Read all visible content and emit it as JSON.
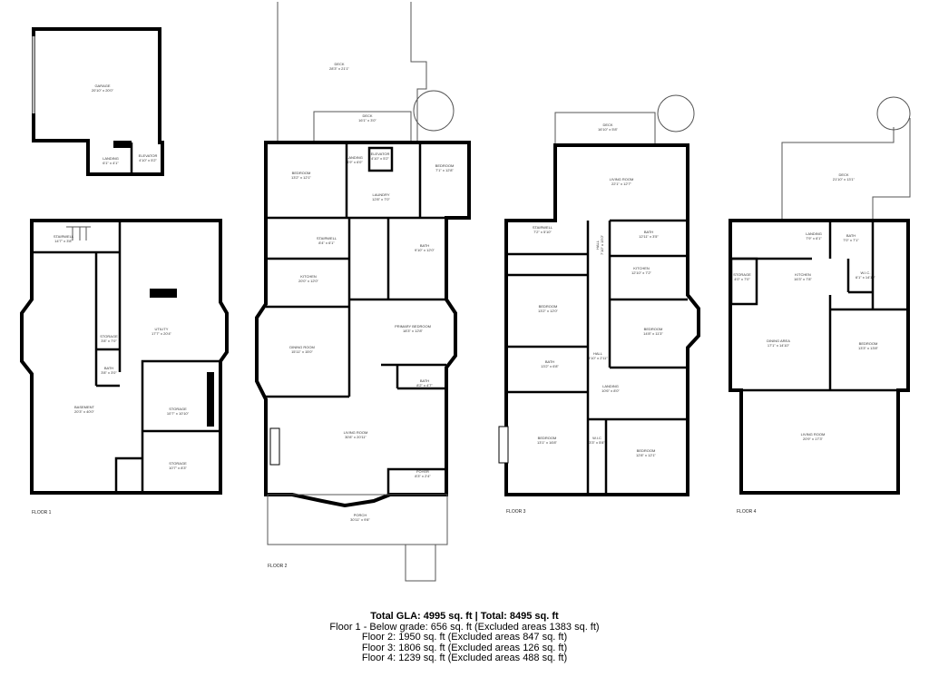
{
  "floors": [
    {
      "label": "FLOOR 1",
      "rooms": [
        {
          "name": "GARAGE",
          "dims": "20'10\" x 20'0\""
        },
        {
          "name": "LANDING",
          "dims": "6'1\" x 4'1\""
        },
        {
          "name": "ELEVATOR",
          "dims": "4'10\" x 5'2\""
        },
        {
          "name": "STAIRWELL",
          "dims": "14'7\" x 3'8\""
        },
        {
          "name": "UTILITY",
          "dims": "17'7\" x 20'4\""
        },
        {
          "name": "STORAGE",
          "dims": "3'8\" x 7'0\""
        },
        {
          "name": "BATH",
          "dims": "3'8\" x 3'0\""
        },
        {
          "name": "BASEMENT",
          "dims": "20'3\" x 40'0\""
        },
        {
          "name": "STORAGE",
          "dims": "10'7\" x 10'10\""
        },
        {
          "name": "STORAGE",
          "dims": "10'7\" x 8'3\""
        }
      ]
    },
    {
      "label": "FLOOR 2",
      "rooms": [
        {
          "name": "DECK",
          "dims": "28'3\" x 21'1\""
        },
        {
          "name": "DECK",
          "dims": "16'1\" x 3'0\""
        },
        {
          "name": "BEDROOM",
          "dims": "13'2\" x 12'1\""
        },
        {
          "name": "LANDING",
          "dims": "4'9\" x 6'0\""
        },
        {
          "name": "ELEVATOR",
          "dims": "4'10\" x 5'2\""
        },
        {
          "name": "LAUNDRY",
          "dims": "12'8\" x 7'0\""
        },
        {
          "name": "BEDROOM",
          "dims": "7'1\" x 12'8\""
        },
        {
          "name": "STAIRWELL",
          "dims": "8'4\" x 6'1\""
        },
        {
          "name": "BATH",
          "dims": "9'10\" x 12'0\""
        },
        {
          "name": "KITCHEN",
          "dims": "20'0\" x 12'0\""
        },
        {
          "name": "PRIMARY BEDROOM",
          "dims": "18'3\" x 12'8\""
        },
        {
          "name": "DINING ROOM",
          "dims": "15'11\" x 15'0\""
        },
        {
          "name": "BATH",
          "dims": "8'2\" x 4'7\""
        },
        {
          "name": "LIVING ROOM",
          "dims": "30'8\" x 20'11\""
        },
        {
          "name": "FOYER",
          "dims": "8'3\" x 2'4\""
        },
        {
          "name": "PORCH",
          "dims": "30'11\" x 9'8\""
        }
      ]
    },
    {
      "label": "FLOOR 3",
      "rooms": [
        {
          "name": "DECK",
          "dims": "16'10\" x 5'8\""
        },
        {
          "name": "LIVING ROOM",
          "dims": "22'1\" x 12'7\""
        },
        {
          "name": "STAIRWELL",
          "dims": "7'2\" x 5'10\""
        },
        {
          "name": "HALL",
          "dims": "7'10\" x 15'0\""
        },
        {
          "name": "BATH",
          "dims": "12'11\" x 3'5\""
        },
        {
          "name": "KITCHEN",
          "dims": "12'10\" x 7'2\""
        },
        {
          "name": "BEDROOM",
          "dims": "13'2\" x 12'0\""
        },
        {
          "name": "BEDROOM",
          "dims": "14'8\" x 11'3\""
        },
        {
          "name": "BATH",
          "dims": "13'2\" x 6'8\""
        },
        {
          "name": "HALL",
          "dims": "3'10\" x 2'11\""
        },
        {
          "name": "LANDING",
          "dims": "10'6\" x 8'0\""
        },
        {
          "name": "BEDROOM",
          "dims": "13'1\" x 16'8\""
        },
        {
          "name": "W.I.C",
          "dims": "3'3\" x 5'8\""
        },
        {
          "name": "BEDROOM",
          "dims": "12'8\" x 12'1\""
        }
      ]
    },
    {
      "label": "FLOOR 4",
      "rooms": [
        {
          "name": "DECK",
          "dims": "21'10\" x 13'1\""
        },
        {
          "name": "LANDING",
          "dims": "7'9\" x 6'1\""
        },
        {
          "name": "BATH",
          "dims": "7'0\" x 7'1\""
        },
        {
          "name": "STORAGE",
          "dims": "4'0\" x 7'0\""
        },
        {
          "name": "KITCHEN",
          "dims": "16'3\" x 7'8\""
        },
        {
          "name": "W.I.C.",
          "dims": "6'1\" x 14'10\""
        },
        {
          "name": "DINING AREA",
          "dims": "17'1\" x 14'10\""
        },
        {
          "name": "BEDROOM",
          "dims": "13'3\" x 13'8\""
        },
        {
          "name": "LIVING ROOM",
          "dims": "20'9\" x 17'3\""
        }
      ]
    }
  ],
  "summary": {
    "total": "Total GLA: 4995 sq. ft | Total: 8495 sq. ft",
    "lines": [
      "Floor 1 - Below grade: 656 sq. ft (Excluded areas 1383 sq. ft)",
      "Floor 2: 1950 sq. ft (Excluded areas 847 sq. ft)",
      "Floor 3: 1806 sq. ft (Excluded areas 126 sq. ft)",
      "Floor 4: 1239 sq. ft (Excluded areas 488 sq. ft)"
    ]
  }
}
